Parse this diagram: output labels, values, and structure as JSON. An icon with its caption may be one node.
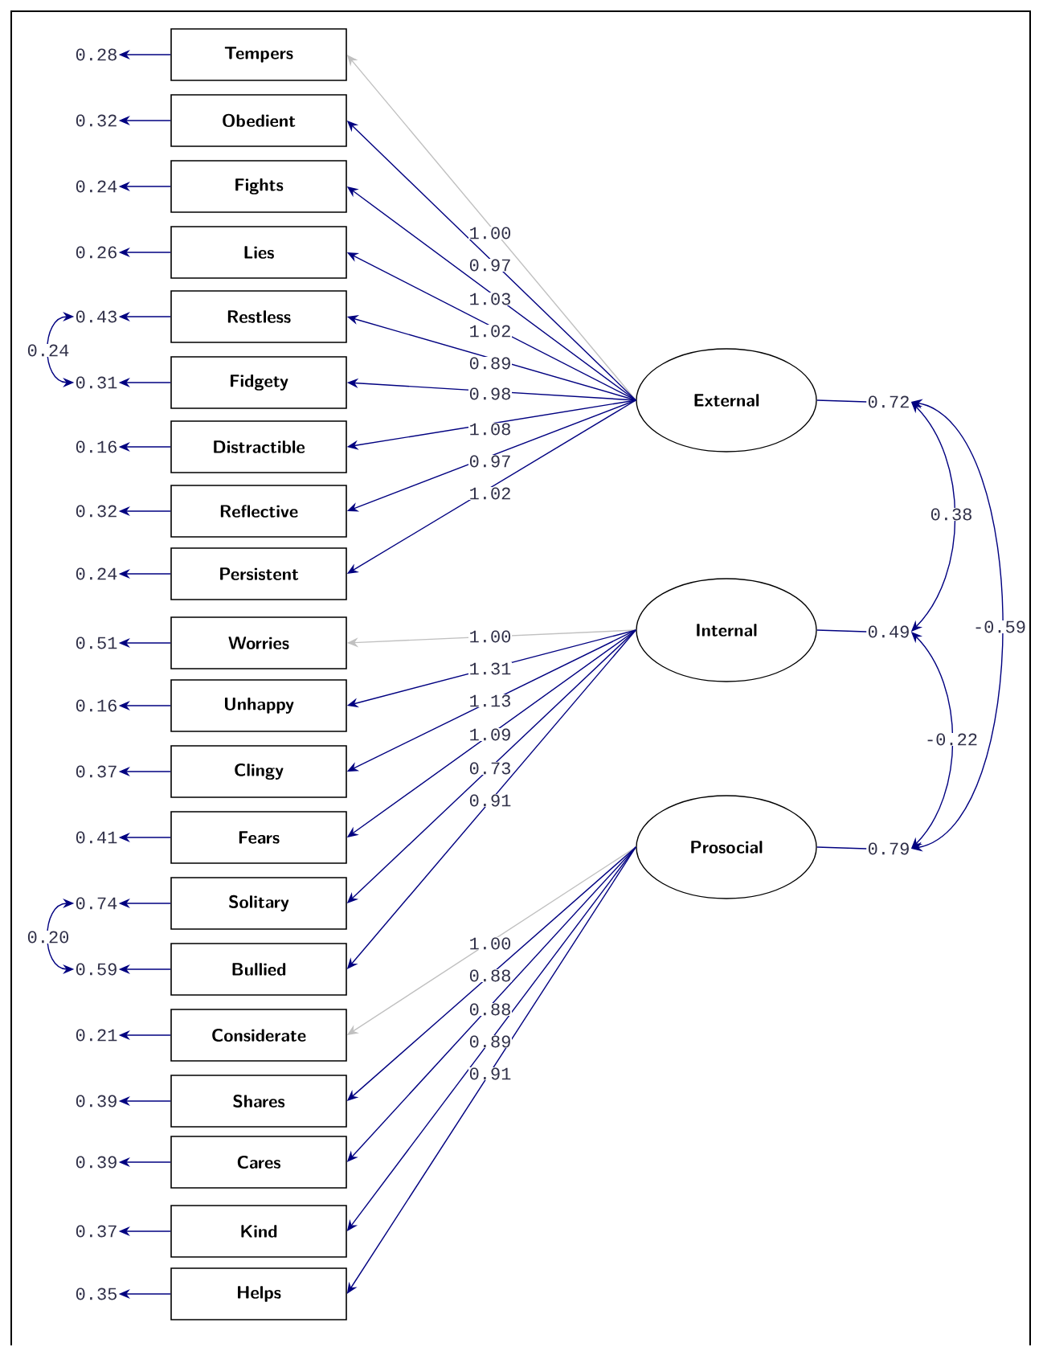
{
  "diagram": {
    "nodes": [
      {
        "text": [
          "Tempers"
        ]
      },
      {
        "text": [
          "Obedient"
        ]
      },
      {
        "text": [
          "Fights"
        ]
      },
      {
        "text": [
          "Lies"
        ]
      },
      {
        "text": [
          "Restless"
        ]
      },
      {
        "text": [
          "Fidgety"
        ]
      },
      {
        "text": [
          "Distractible"
        ]
      },
      {
        "text": [
          "Reflective"
        ]
      },
      {
        "text": [
          "Persistent"
        ]
      },
      {
        "text": [
          "Worries"
        ]
      },
      {
        "text": [
          "Unhappy"
        ]
      },
      {
        "text": [
          "Clingy"
        ]
      },
      {
        "text": [
          "Fears"
        ]
      },
      {
        "text": [
          "Solitary"
        ]
      },
      {
        "text": [
          "Bullied"
        ]
      },
      {
        "text": [
          "Considerate"
        ]
      },
      {
        "text": [
          "Shares"
        ]
      },
      {
        "text": [
          "Cares"
        ]
      },
      {
        "text": [
          "Kind"
        ]
      },
      {
        "text": [
          "Helps"
        ]
      },
      {
        "text": [
          "0.28"
        ]
      },
      {
        "text": [
          "0.32"
        ]
      },
      {
        "text": [
          "0.24"
        ]
      },
      {
        "text": [
          "0.26"
        ]
      },
      {
        "text": [
          "0.43"
        ]
      },
      {
        "text": [
          "0.31"
        ]
      },
      {
        "text": [
          "0.16"
        ]
      },
      {
        "text": [
          "0.32"
        ]
      },
      {
        "text": [
          "0.24"
        ]
      },
      {
        "text": [
          "0.51"
        ]
      },
      {
        "text": [
          "0.16"
        ]
      },
      {
        "text": [
          "0.37"
        ]
      },
      {
        "text": [
          "0.41"
        ]
      },
      {
        "text": [
          "0.74"
        ]
      },
      {
        "text": [
          "0.59"
        ]
      },
      {
        "text": [
          "0.21"
        ]
      },
      {
        "text": [
          "0.39"
        ]
      },
      {
        "text": [
          "0.39"
        ]
      },
      {
        "text": [
          "0.37"
        ]
      },
      {
        "text": [
          "0.35"
        ]
      },
      {
        "text": [
          "External"
        ]
      },
      {
        "text": [
          "Internal"
        ]
      },
      {
        "text": [
          "Prosocial"
        ]
      },
      {
        "text": [
          "0.72"
        ]
      },
      {
        "text": [
          "0.49"
        ]
      },
      {
        "text": [
          "0.79"
        ]
      }
    ],
    "edges": [
      {
        "from": 40,
        "to": 0,
        "arrow": "to",
        "label": "1.00",
        "color": "#c0c0c0"
      },
      {
        "from": 40,
        "to": 1,
        "arrow": "to",
        "label": "0.97"
      },
      {
        "from": 40,
        "to": 2,
        "arrow": "to",
        "label": "1.03"
      },
      {
        "from": 40,
        "to": 3,
        "arrow": "to",
        "label": "1.02"
      },
      {
        "from": 40,
        "to": 4,
        "arrow": "to",
        "label": "0.89"
      },
      {
        "from": 40,
        "to": 5,
        "arrow": "to",
        "label": "0.98"
      },
      {
        "from": 40,
        "to": 6,
        "arrow": "to",
        "label": "1.08"
      },
      {
        "from": 40,
        "to": 7,
        "arrow": "to",
        "label": "0.97"
      },
      {
        "from": 40,
        "to": 8,
        "arrow": "to",
        "label": "1.02"
      },
      {
        "from": 41,
        "to": 9,
        "arrow": "to",
        "label": "1.00",
        "color": "#c0c0c0"
      },
      {
        "from": 41,
        "to": 10,
        "arrow": "to",
        "label": "1.31"
      },
      {
        "from": 41,
        "to": 11,
        "arrow": "to",
        "label": "1.13"
      },
      {
        "from": 41,
        "to": 12,
        "arrow": "to",
        "label": "1.09"
      },
      {
        "from": 41,
        "to": 13,
        "arrow": "to",
        "label": "0.73"
      },
      {
        "from": 41,
        "to": 14,
        "arrow": "to",
        "label": "0.91"
      },
      {
        "from": 42,
        "to": 15,
        "arrow": "to",
        "label": "1.00",
        "color": "#c0c0c0"
      },
      {
        "from": 42,
        "to": 16,
        "arrow": "to",
        "label": "0.88"
      },
      {
        "from": 42,
        "to": 17,
        "arrow": "to",
        "label": "0.88"
      },
      {
        "from": 42,
        "to": 18,
        "arrow": "to",
        "label": "0.89"
      },
      {
        "from": 42,
        "to": 19,
        "arrow": "to",
        "label": "0.91"
      },
      {
        "from": 0,
        "to": 20,
        "arrow": "to"
      },
      {
        "from": 1,
        "to": 21,
        "arrow": "to"
      },
      {
        "from": 2,
        "to": 22,
        "arrow": "to"
      },
      {
        "from": 3,
        "to": 23,
        "arrow": "to"
      },
      {
        "from": 4,
        "to": 24,
        "arrow": "to"
      },
      {
        "from": 5,
        "to": 25,
        "arrow": "to"
      },
      {
        "from": 6,
        "to": 26,
        "arrow": "to"
      },
      {
        "from": 7,
        "to": 27,
        "arrow": "to"
      },
      {
        "from": 8,
        "to": 28,
        "arrow": "to"
      },
      {
        "from": 9,
        "to": 29,
        "arrow": "to"
      },
      {
        "from": 10,
        "to": 30,
        "arrow": "to"
      },
      {
        "from": 11,
        "to": 31,
        "arrow": "to"
      },
      {
        "from": 12,
        "to": 32,
        "arrow": "to"
      },
      {
        "from": 13,
        "to": 33,
        "arrow": "to"
      },
      {
        "from": 14,
        "to": 34,
        "arrow": "to"
      },
      {
        "from": 15,
        "to": 35,
        "arrow": "to"
      },
      {
        "from": 16,
        "to": 36,
        "arrow": "to"
      },
      {
        "from": 17,
        "to": 37,
        "arrow": "to"
      },
      {
        "from": 18,
        "to": 38,
        "arrow": "to"
      },
      {
        "from": 19,
        "to": 39,
        "arrow": "to"
      },
      {
        "from": 24,
        "to": 25,
        "arrow": "both",
        "label": "0.24"
      },
      {
        "from": 33,
        "to": 34,
        "arrow": "both",
        "label": "0.20"
      },
      {
        "from": 40,
        "to": 43,
        "arrow": "none"
      },
      {
        "from": 41,
        "to": 44,
        "arrow": "none"
      },
      {
        "from": 42,
        "to": 45,
        "arrow": "none"
      },
      {
        "from": 43,
        "to": 44,
        "arrow": "both",
        "label": "0.38"
      },
      {
        "from": 44,
        "to": 45,
        "arrow": "both",
        "label": "-0.22"
      },
      {
        "from": 43,
        "to": 45,
        "arrow": "both",
        "label": "-0.59"
      }
    ]
  }
}
